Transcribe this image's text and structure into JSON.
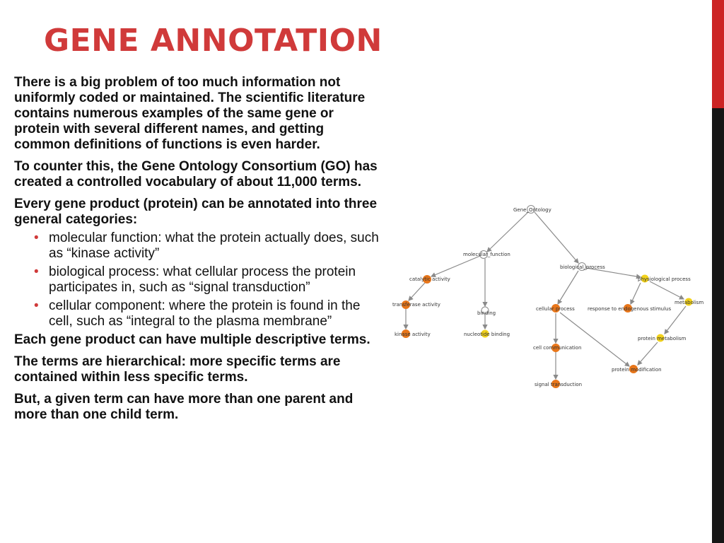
{
  "title": "GENE ANNOTATION",
  "paragraphs_top": [
    "There is a big problem of too much information not uniformly coded or maintained.  The scientific literature contains numerous examples of the same gene or protein with several different names, and getting common definitions of functions is even harder.",
    "To counter this, the Gene Ontology Consortium (GO) has created a controlled vocabulary of about 11,000 terms.",
    "Every gene product (protein) can be annotated into three general categories:"
  ],
  "bullets": [
    "molecular function: what the protein actually does, such as “kinase activity”",
    "biological process: what cellular process the protein participates in, such as “signal transduction”",
    "cellular component: where the protein is found in the cell, such as “integral to the plasma membrane”"
  ],
  "paragraphs_bottom": [
    "Each gene product can have multiple descriptive terms.",
    "The terms are hierarchical: more specific terms are contained within less specific terms.",
    "But, a given term can have more than one parent and more than one child term."
  ],
  "diagram": {
    "colors": {
      "white": "#ffffff",
      "orange": "#e8761a",
      "yellow": "#f2d21c",
      "edge": "#8a8a8a"
    },
    "nodes": {
      "gene_ontology": "Gene_Ontology",
      "molecular_function": "molecular_function",
      "biological_process": "biological_process",
      "catalytic_activity": "catalytic activity",
      "transferase_activity": "transferase activity",
      "kinase_activity": "kinase activity",
      "binding": "binding",
      "nucleotide_binding": "nucleotide binding",
      "cellular_process": "cellular process",
      "cell_communication": "cell communication",
      "signal_transduction": "signal transduction",
      "physiological_process": "physiological process",
      "metabolism": "metabolism",
      "response_to_endogenous_stimulus": "response to endogenous stimulus",
      "protein_metabolism": "protein metabolism",
      "protein_modification": "protein modification"
    }
  }
}
